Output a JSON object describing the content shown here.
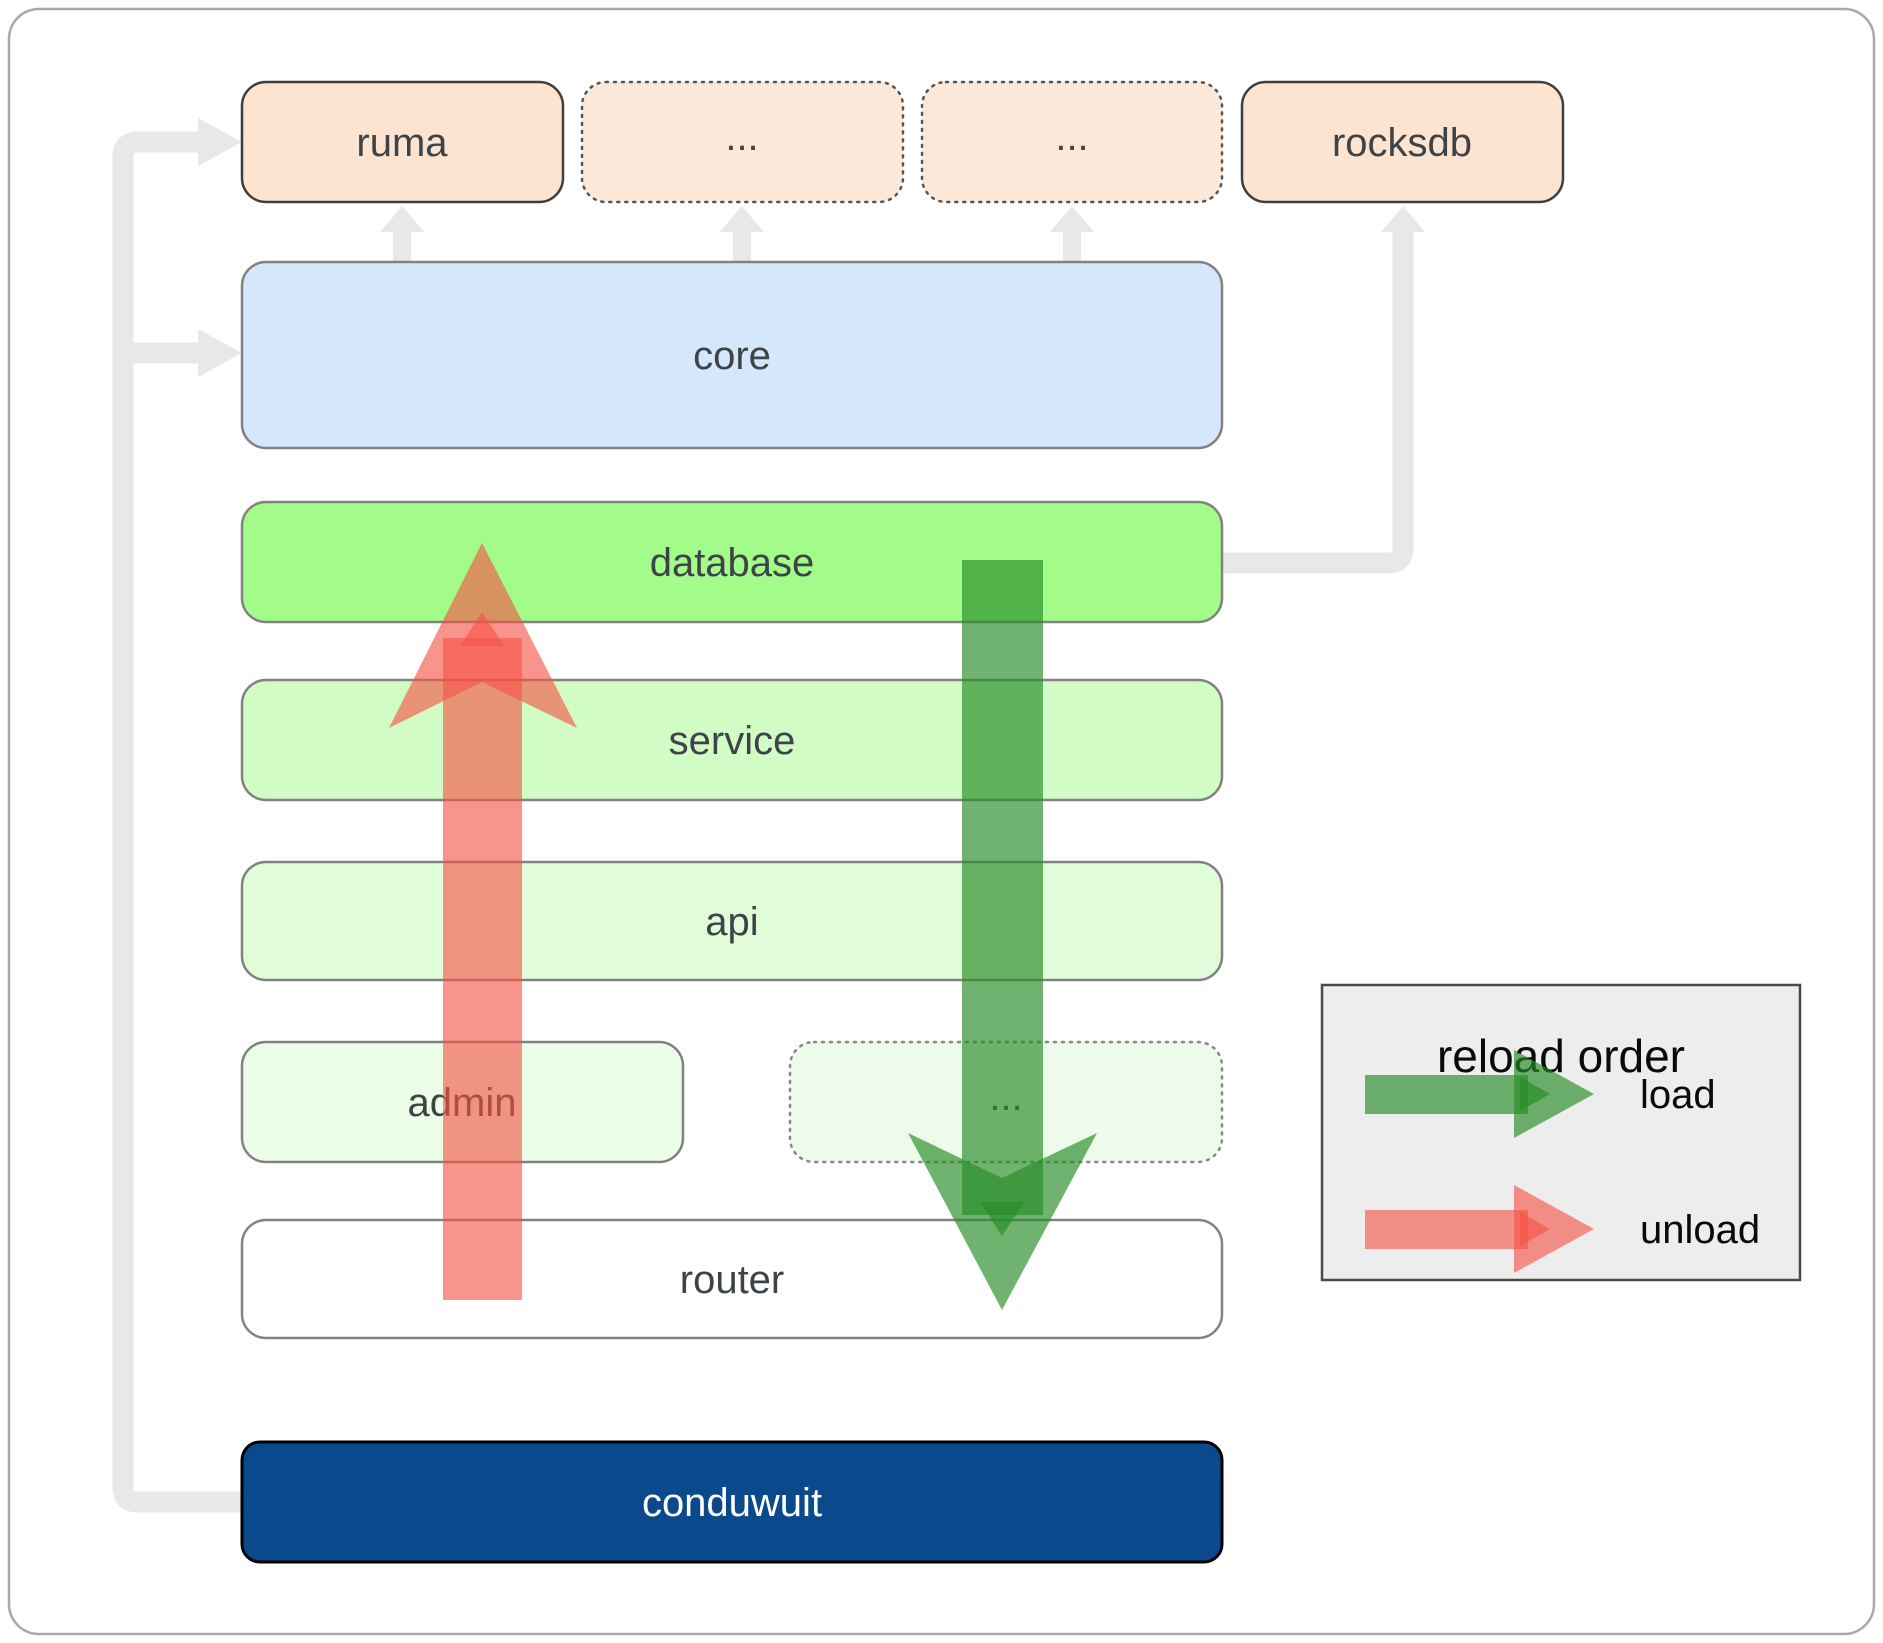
{
  "labels": {
    "ruma": "ruma",
    "ellipsis1": "...",
    "ellipsis2": "...",
    "rocksdb": "rocksdb",
    "core": "core",
    "database": "database",
    "service": "service",
    "api": "api",
    "admin": "admin",
    "ellipsis3": "...",
    "router": "router",
    "conduwuit": "conduwuit"
  },
  "legend": {
    "title": "reload order",
    "load": "load",
    "unload": "unload"
  },
  "colors": {
    "peach": "#fce4d1",
    "peach_dotted": "#fce8d8",
    "core_blue": "#d5e7fa",
    "database_green": "#a3fc89",
    "service_green": "#d1fcc5",
    "api_green": "#e1fcd8",
    "admin_green": "#ebfce7",
    "ellipsis_green": "#edfcea",
    "router_white": "#ffffff",
    "conduwuit_navy": "#0a4a8c",
    "connector_gray": "#e8e8e8",
    "load_green": "rgba(38,140,38,0.66)",
    "unload_red": "rgba(246,82,69,0.62)",
    "legend_bg": "#ededed"
  }
}
